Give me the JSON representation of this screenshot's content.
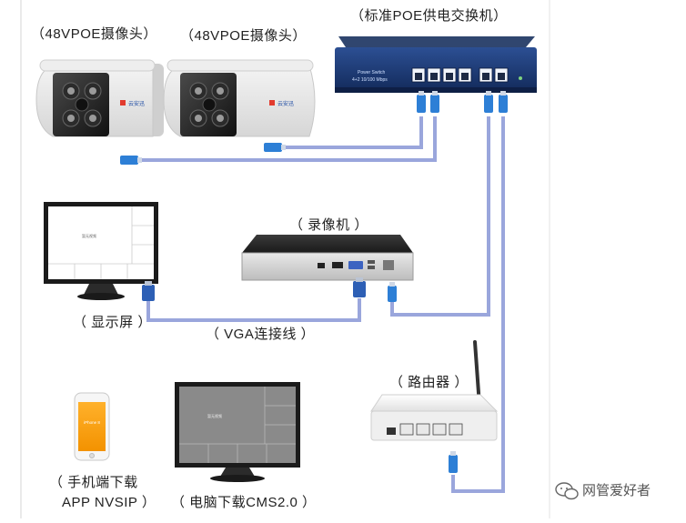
{
  "labels": {
    "camera_left": "（48VPOE摄像头）",
    "camera_right": "（48VPOE摄像头）",
    "poe_switch": "（标准POE供电交换机）",
    "nvr": "（ 录像机 ）",
    "monitor": "（ 显示屏 ）",
    "vga": "（ VGA连接线 ）",
    "router": "（ 路由器 ）",
    "phone_line1": "（ 手机端下载",
    "phone_line2": "APP NVSIP ）",
    "pc": "（ 电脑下载CMS2.0 ）"
  },
  "device_text": {
    "switch_brand": "Power Switch",
    "switch_model": "4+2 10/100 Mbps",
    "phone_screen": "iPhone 8",
    "camera_brand": "云安迅",
    "screen_cell": "暂无视频"
  },
  "watermark": {
    "text": "网管爱好者",
    "icon": "wechat-icon"
  },
  "colors": {
    "cable": "#9aa6dc",
    "rj45": "#2d7fd6",
    "switch_body": "#1f3c78"
  }
}
